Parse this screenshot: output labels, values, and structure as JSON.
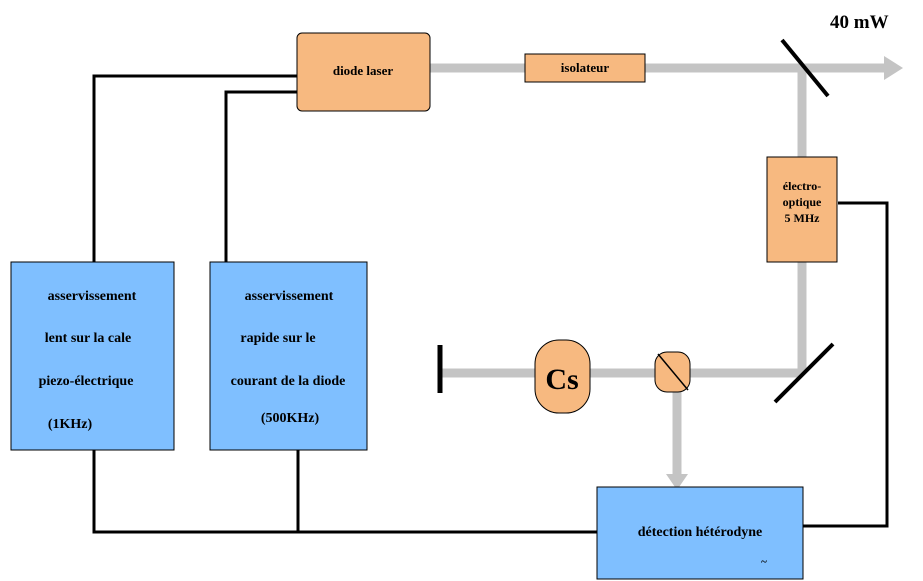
{
  "power_label": "40 mW",
  "diode_laser": {
    "label": "diode laser"
  },
  "isolator": {
    "label": "isolateur"
  },
  "electro_optic": {
    "line1": "électro-",
    "line2": "optique",
    "line3": "5 MHz"
  },
  "slow_servo": {
    "line1": "asservissement",
    "line2": "lent sur la cale",
    "line3": "piezo-électrique",
    "line4": "(1KHz)"
  },
  "fast_servo": {
    "line1": "asservissement",
    "line2": "rapide sur le",
    "line3": "courant de la diode",
    "line4": "(500KHz)"
  },
  "cesium_cell": {
    "label": "Cs"
  },
  "detection": {
    "label": "détection hétérodyne",
    "mark": "~"
  },
  "colors": {
    "orange_box": "#f7b980",
    "blue_box": "#7fbfff",
    "beam": "#c4c4c4",
    "wire": "#000000"
  }
}
